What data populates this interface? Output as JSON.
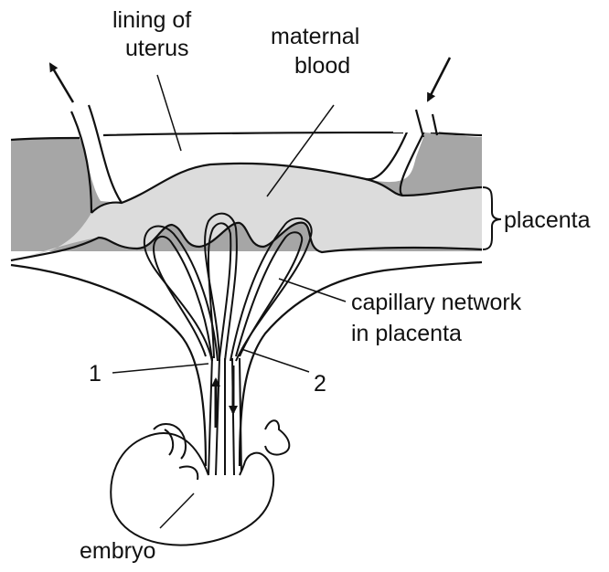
{
  "colors": {
    "lining": "#a6a6a6",
    "blood": "#dcdcdc",
    "outline": "#111111",
    "background": "#ffffff"
  },
  "labels": {
    "lining_line1": "lining of",
    "lining_line2": "uterus",
    "maternal_line1": "maternal",
    "maternal_line2": "blood",
    "placenta": "placenta",
    "capillary_line1": "capillary network",
    "capillary_line2": "in placenta",
    "vessel_1": "1",
    "vessel_2": "2",
    "embryo": "embryo"
  }
}
